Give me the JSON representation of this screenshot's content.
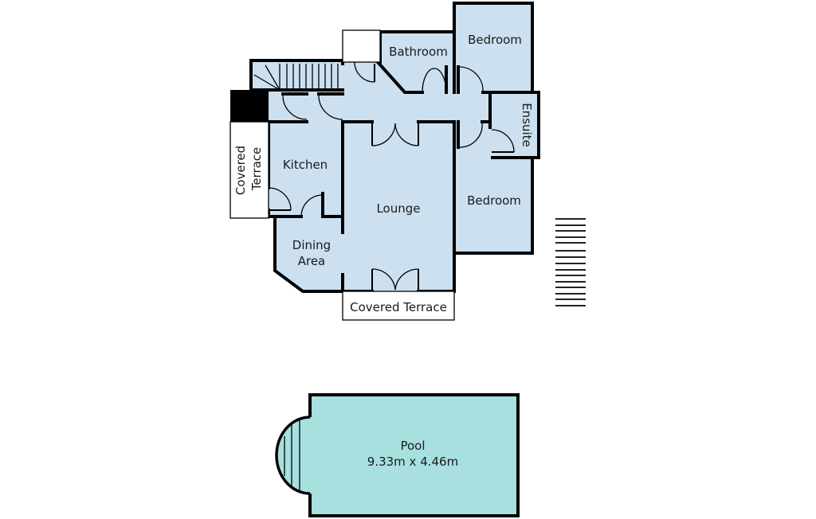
{
  "floorplan": {
    "colors": {
      "room_fill": "#cce0ef",
      "pool_fill": "#a8e0e0",
      "wall": "#000000",
      "background": "#ffffff"
    },
    "rooms": {
      "bathroom": "Bathroom",
      "bedroom_1": "Bedroom",
      "ensuite": "Ensuite",
      "kitchen": "Kitchen",
      "lounge": "Lounge",
      "bedroom_2": "Bedroom",
      "dining_line1": "Dining",
      "dining_line2": "Area",
      "covered_terrace_side_line1": "Covered",
      "covered_terrace_side_line2": "Terrace",
      "covered_terrace_front": "Covered Terrace"
    },
    "pool": {
      "label": "Pool",
      "dimensions": "9.33m x 4.46m"
    },
    "external_steps_count": 15
  }
}
